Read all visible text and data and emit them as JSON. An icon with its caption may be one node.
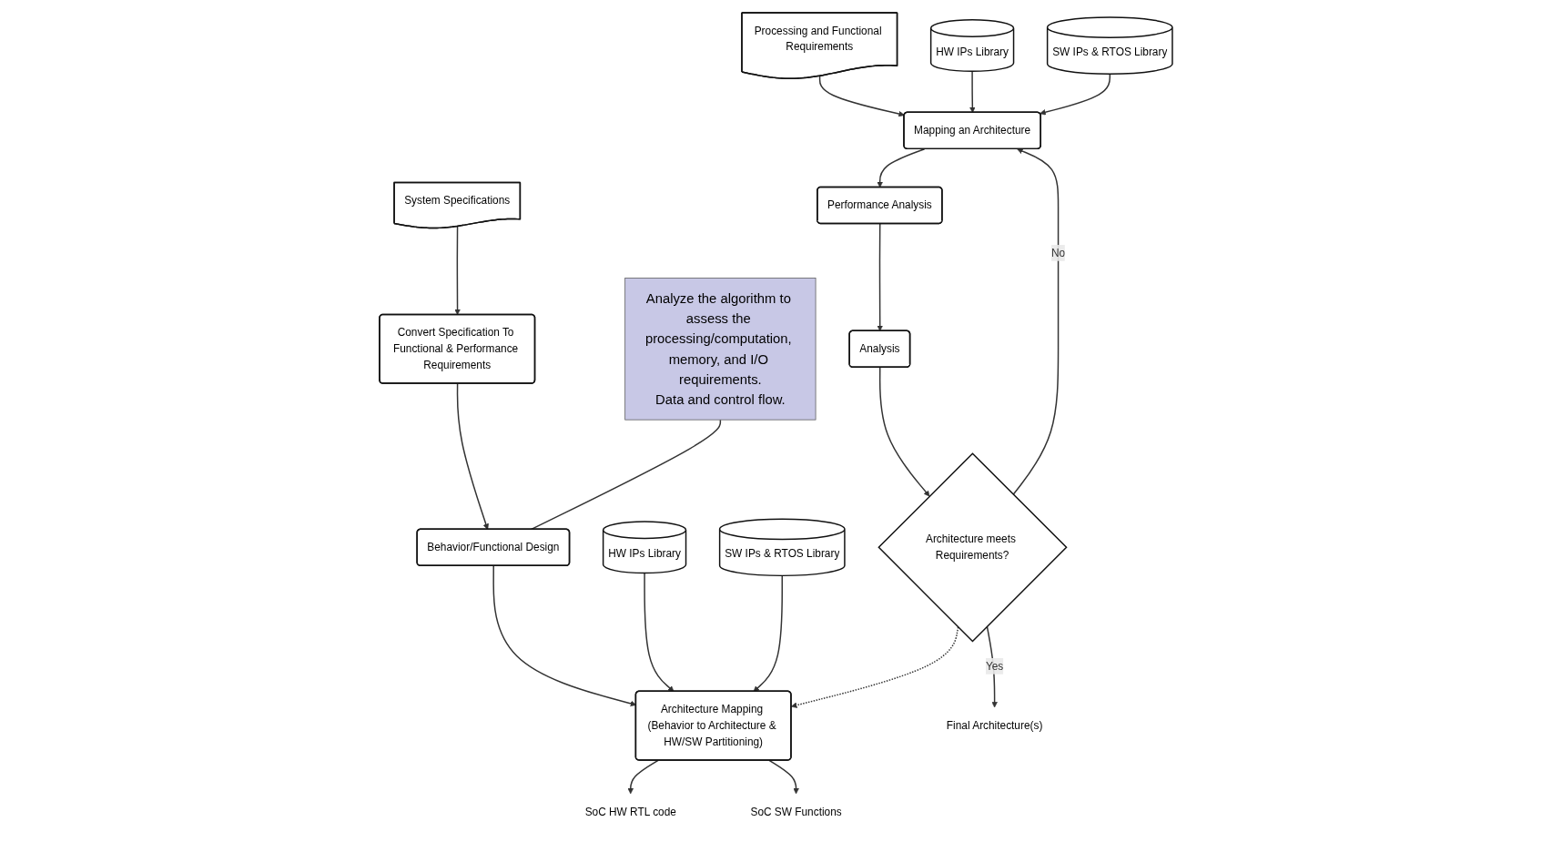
{
  "diagram": {
    "nodes": [
      {
        "text": [
          "System Specifications"
        ]
      },
      {
        "text": [
          "Convert Specification To Functional & Performance Requirements"
        ]
      },
      {
        "text": [
          "Behavior/Functional Design"
        ]
      },
      {
        "text": [
          "Analyze the algorithm to assess the processing/computation, memory, and I/O requirements.",
          "Data and control flow."
        ]
      },
      {
        "text": [
          "Architecture Mapping (Behavior to Architecture & HW/SW Partitioning)"
        ]
      },
      {
        "text": [
          "HW IPs Library"
        ]
      },
      {
        "text": [
          "SW IPs & RTOS Library"
        ]
      },
      {
        "text": [
          "SoC HW RTL code"
        ]
      },
      {
        "text": [
          "SoC SW Functions"
        ]
      },
      {
        "text": [
          "HW IPs Library"
        ]
      },
      {
        "text": [
          "SW IPs & RTOS Library"
        ]
      },
      {
        "text": [
          "Processing and Functional Requirements"
        ]
      },
      {
        "text": [
          "Mapping an Architecture"
        ]
      },
      {
        "text": [
          "Performance Analysis"
        ]
      },
      {
        "text": [
          "Analysis"
        ]
      },
      {
        "text": [
          "Architecture meets Requirements?"
        ]
      },
      {
        "text": [
          "Final Architecture(s)"
        ]
      }
    ],
    "edges": [
      {
        "from": 0,
        "to": 1,
        "arrow": "to"
      },
      {
        "from": 1,
        "to": 2,
        "arrow": "to"
      },
      {
        "from": 2,
        "to": 4,
        "arrow": "to"
      },
      {
        "from": 3,
        "to": 2,
        "arrow": "none"
      },
      {
        "from": 5,
        "to": 4,
        "arrow": "to"
      },
      {
        "from": 6,
        "to": 4,
        "arrow": "to"
      },
      {
        "from": 4,
        "to": 7,
        "arrow": "to"
      },
      {
        "from": 4,
        "to": 8,
        "arrow": "to"
      },
      {
        "from": 11,
        "to": 12,
        "arrow": "to"
      },
      {
        "from": 9,
        "to": 12,
        "arrow": "to"
      },
      {
        "from": 10,
        "to": 12,
        "arrow": "to"
      },
      {
        "from": 12,
        "to": 13,
        "arrow": "to"
      },
      {
        "from": 13,
        "to": 14,
        "arrow": "to"
      },
      {
        "from": 14,
        "to": 15,
        "arrow": "to"
      },
      {
        "from": 15,
        "to": 12,
        "arrow": "to",
        "label": "No"
      },
      {
        "from": 15,
        "to": 16,
        "arrow": "to",
        "label": "Yes"
      },
      {
        "from": 15,
        "to": 4,
        "arrow": "to",
        "style": "dashed"
      }
    ]
  }
}
